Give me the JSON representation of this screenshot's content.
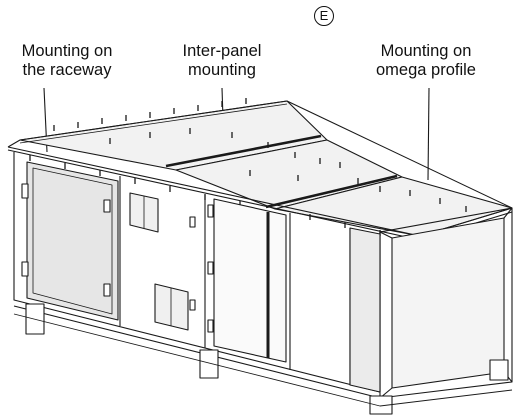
{
  "figure": {
    "marker_letter": "E",
    "callouts": [
      {
        "line1": "Mounting on",
        "line2": "the raceway"
      },
      {
        "line1": "Inter-panel",
        "line2": "mounting"
      },
      {
        "line1": "Mounting on",
        "line2": "omega profile"
      }
    ]
  },
  "colors": {
    "outline": "#1a1a1a",
    "roof_fill": "#f2f2f2",
    "door_fill": "#e6e6e6",
    "shadow": "#bdbdbd"
  }
}
